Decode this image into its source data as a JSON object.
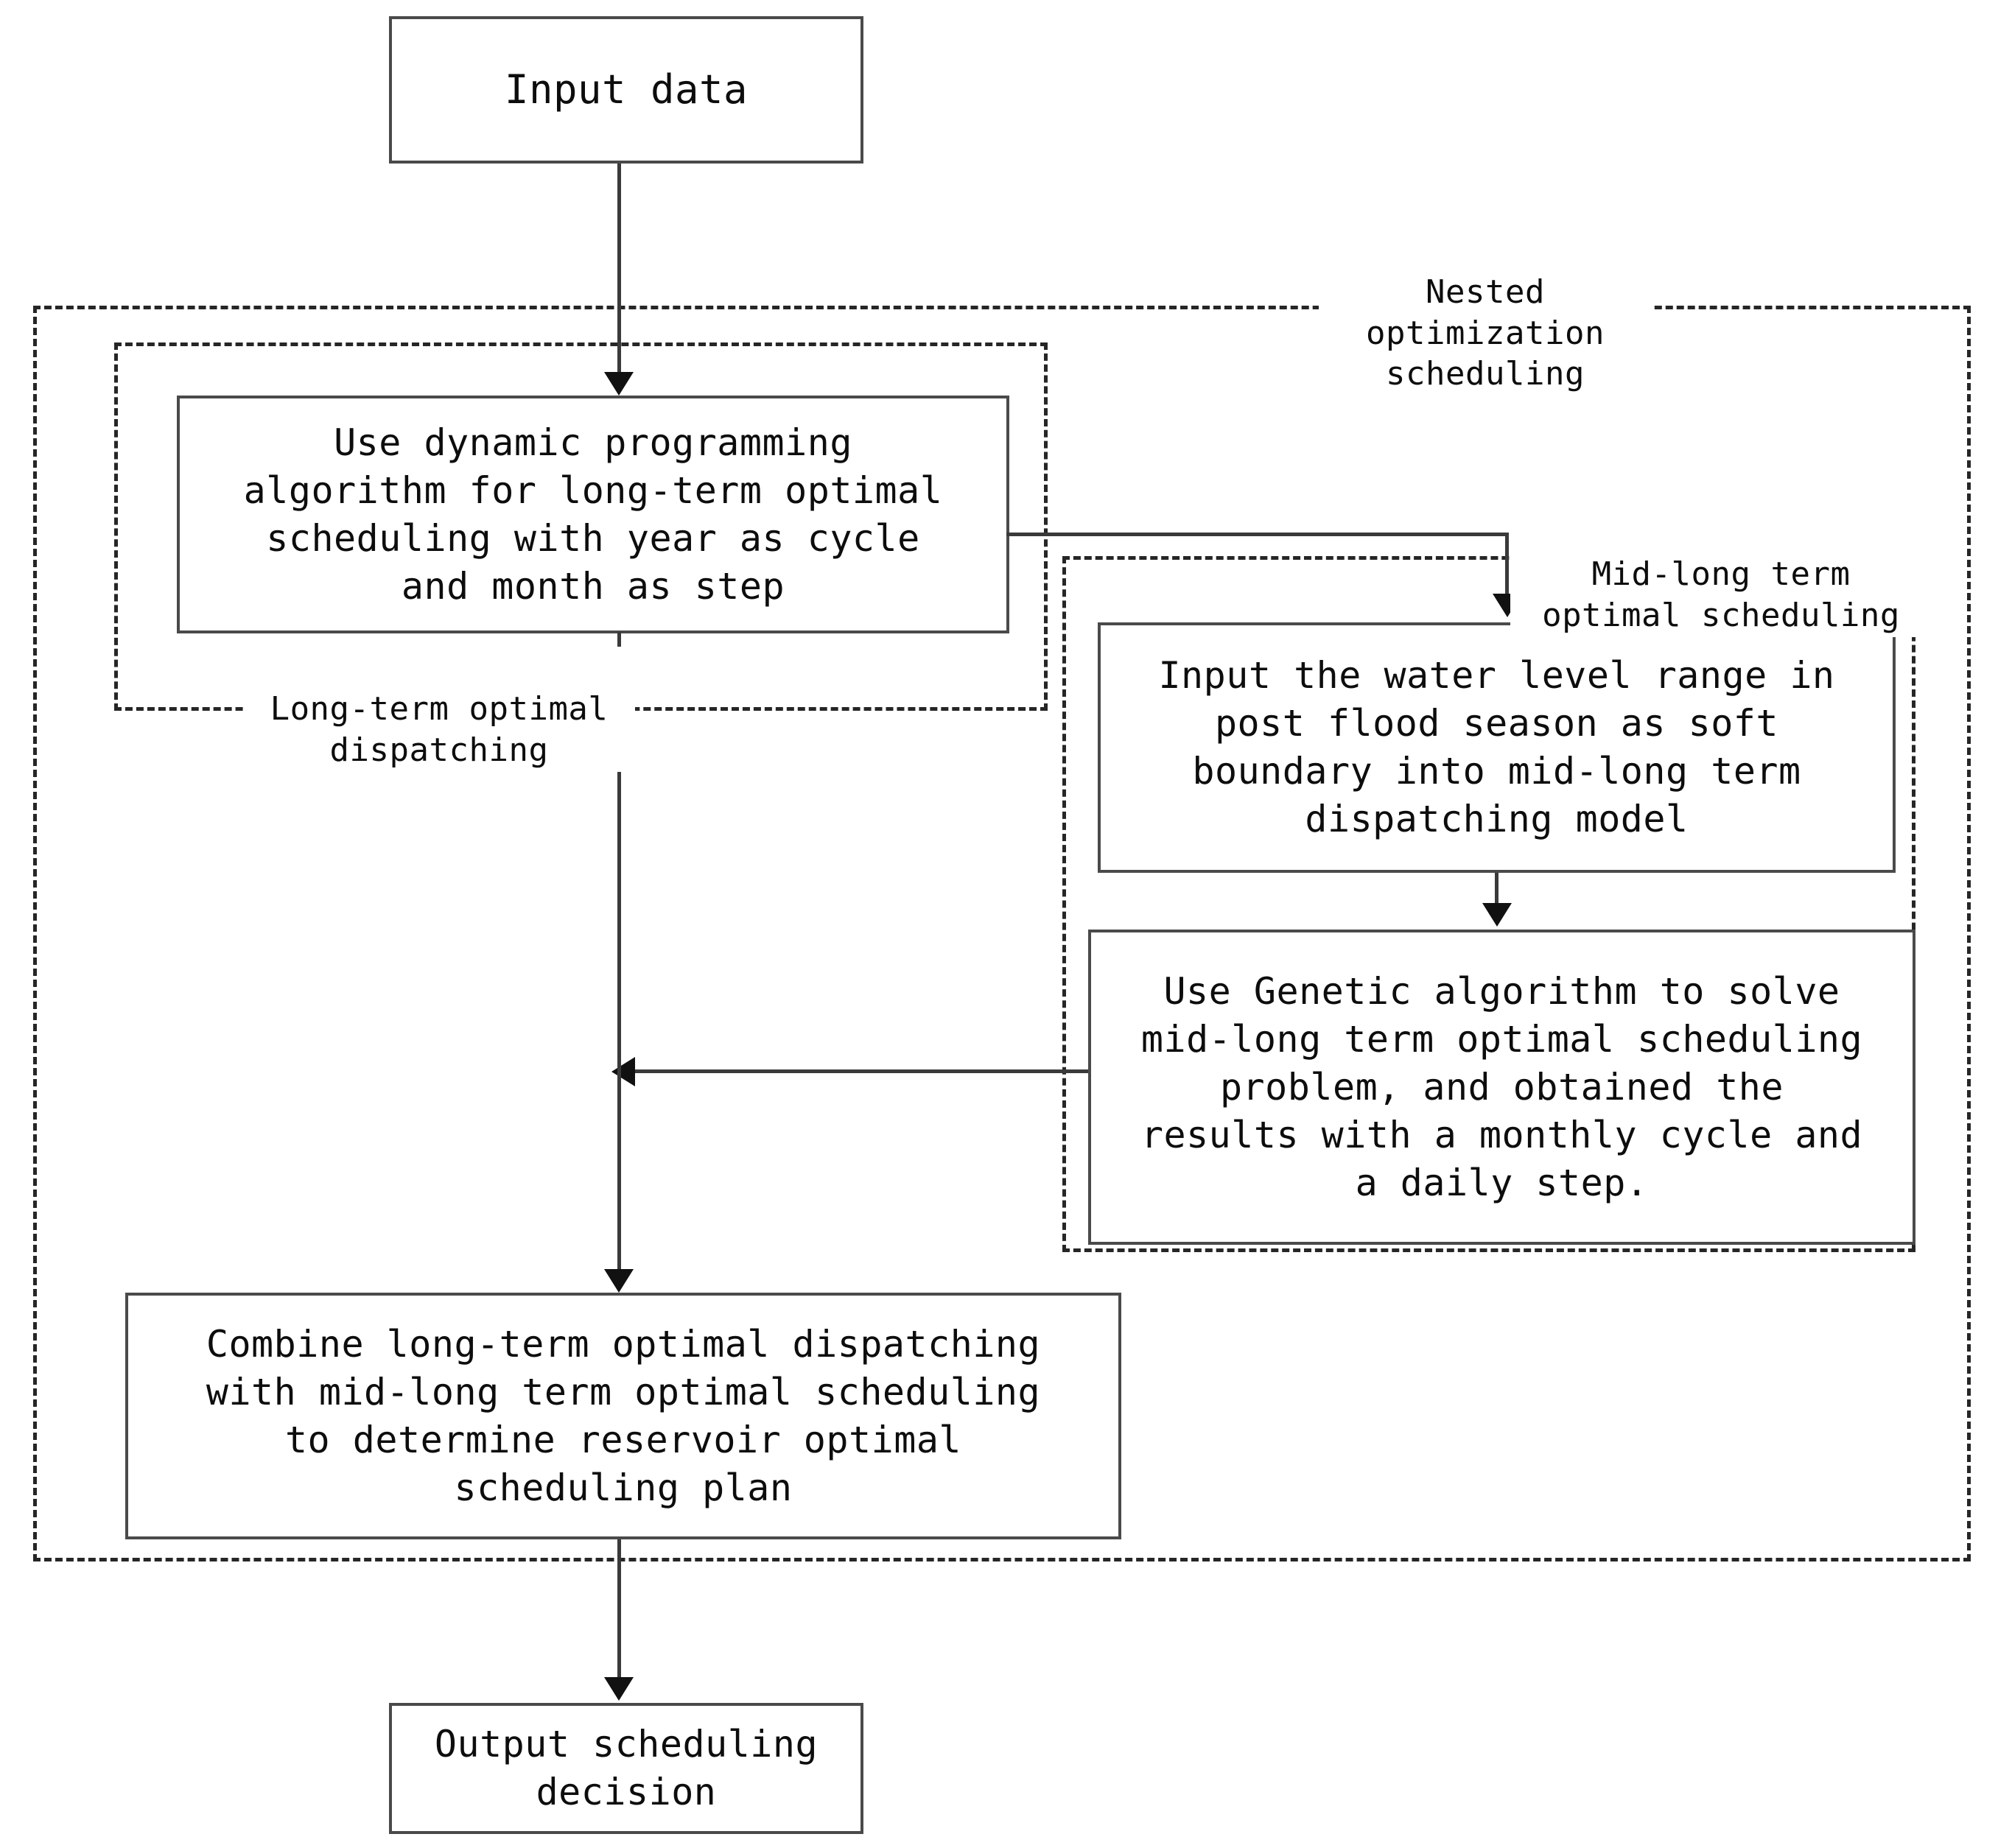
{
  "diagram": {
    "title": "Nested optimization scheduling flowchart",
    "colors": {
      "box_border": "#4a4a4a",
      "frame_border": "#262626",
      "connector": "#3a3a3a",
      "arrowhead": "#111111",
      "text": "#0d0d0d",
      "background": "#ffffff"
    },
    "nodes": {
      "input_data": "Input data",
      "dynamic_programming": "Use dynamic programming\nalgorithm for long-term optimal\nscheduling with year as cycle\nand month as step",
      "water_level_input": "Input the water level range in\npost flood season as soft\nboundary into mid-long term\ndispatching model",
      "genetic_algorithm": "Use Genetic algorithm to solve\nmid-long term optimal scheduling\nproblem, and obtained the\nresults with a monthly cycle and\na daily step.",
      "combine": "Combine long-term optimal dispatching\nwith mid-long term optimal scheduling\nto determine reservoir optimal\nscheduling plan",
      "output_decision": "Output scheduling\ndecision"
    },
    "groups": {
      "nested_optimization": "Nested\noptimization\nscheduling",
      "long_term": "Long-term optimal\ndispatching",
      "mid_long_term": "Mid-long term\noptimal scheduling"
    }
  }
}
